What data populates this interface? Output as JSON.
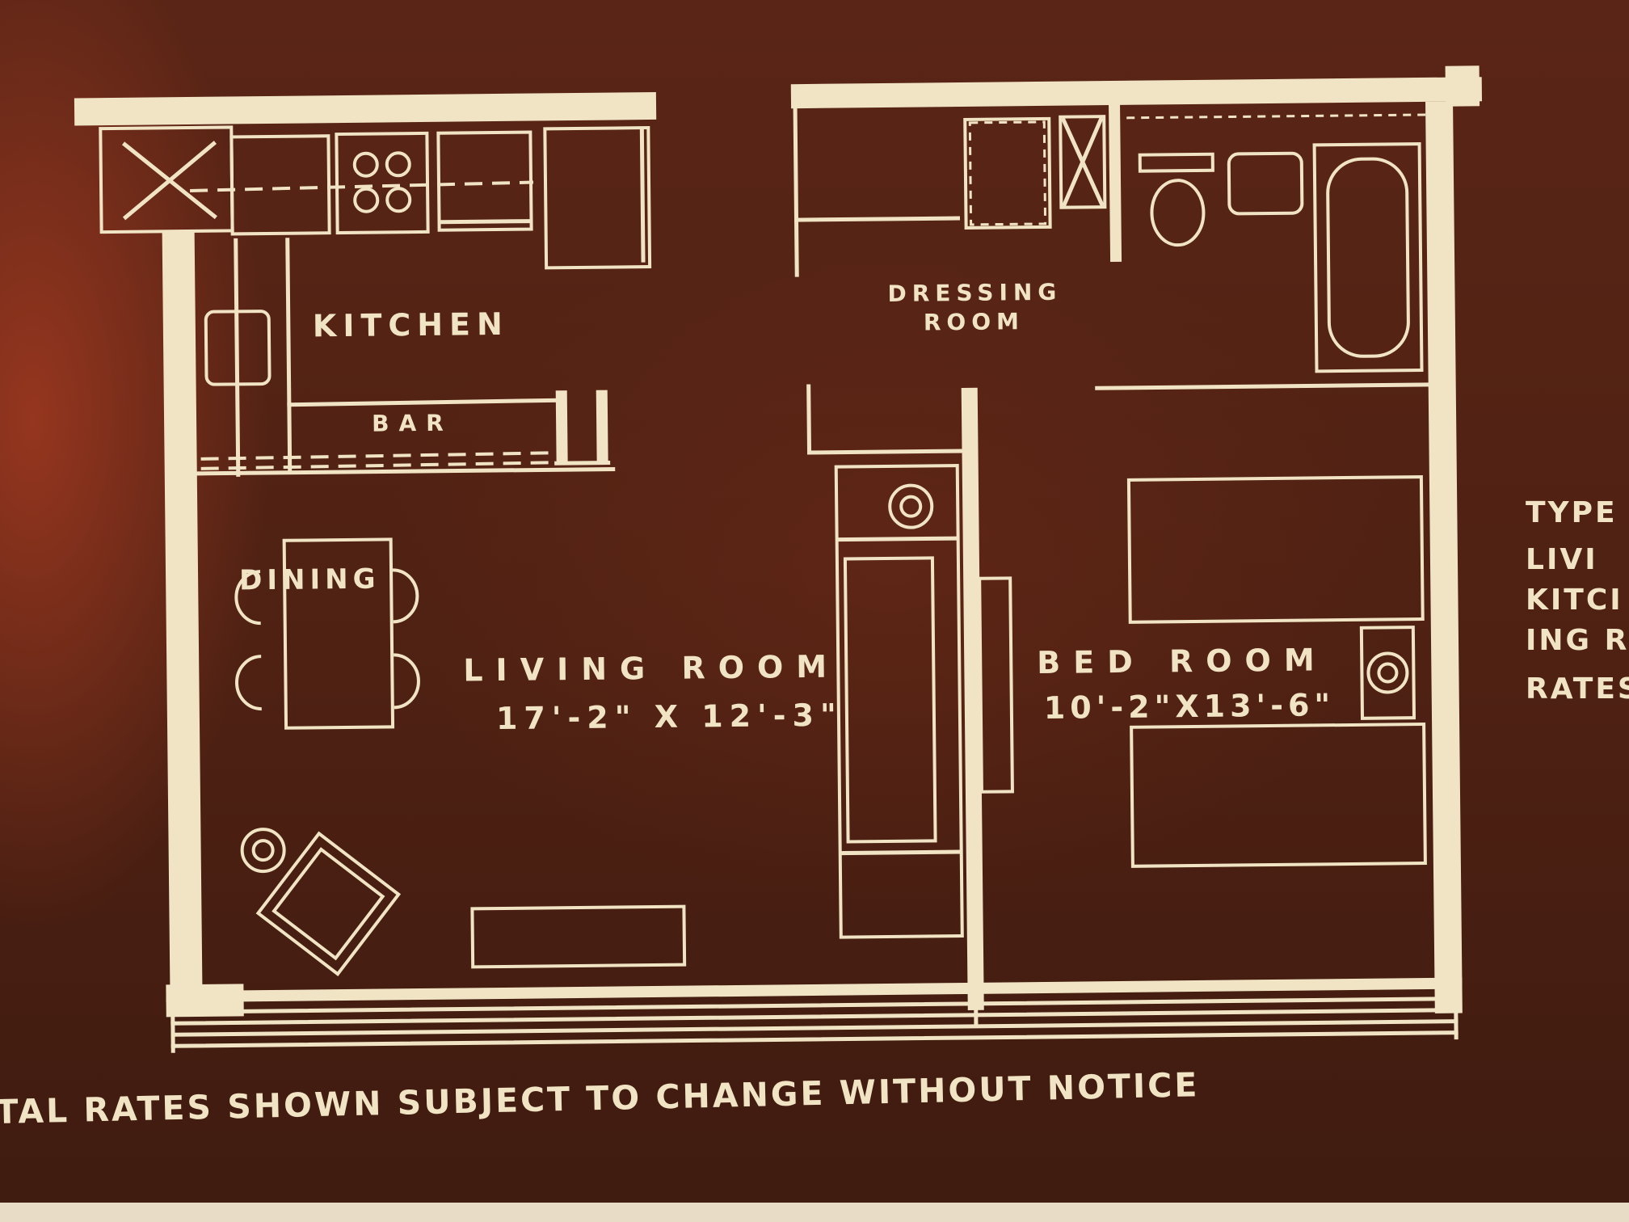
{
  "rooms": {
    "kitchen": "KITCHEN",
    "bar": "BAR",
    "dressing_line1": "DRESSING",
    "dressing_line2": "ROOM",
    "dining": "DINING",
    "living": "LIVING   ROOM",
    "living_dims": "17'-2\" X 12'-3\"",
    "bedroom": "BED  ROOM",
    "bedroom_dims": "10'-2\"X13'-6\""
  },
  "side": {
    "type": "TYPE",
    "line1": "LIVI",
    "line2": "KITCI",
    "line3": "ING R",
    "rates": "RATES"
  },
  "note": "TAL RATES SHOWN SUBJECT TO CHANGE WITHOUT NOTICE",
  "colors": {
    "ink": "#f1e4c4",
    "background": "#4a2115",
    "glow": "#cd4628"
  }
}
